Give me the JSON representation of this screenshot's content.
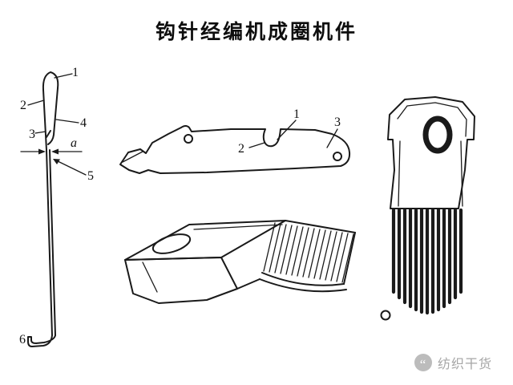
{
  "title": "钩针经编机成圈机件",
  "figures": {
    "needle": {
      "name": "bearded-needle",
      "labels": {
        "n1": "1",
        "n2": "2",
        "n3": "3",
        "n4": "4",
        "na": "a",
        "n5": "5",
        "n6": "6"
      }
    },
    "presser": {
      "name": "presser-sinker-plate",
      "labels": {
        "p1": "1",
        "p2": "2",
        "p3": "3"
      }
    },
    "needle_bed": {
      "name": "needle-bed-block"
    },
    "guide_comb": {
      "name": "guide-comb-plate"
    }
  },
  "watermark": {
    "text": "纺织干货",
    "icon_glyph": "“"
  },
  "colors": {
    "ink": "#1a1a1a",
    "watermark_gray": "#a6a6a6"
  }
}
